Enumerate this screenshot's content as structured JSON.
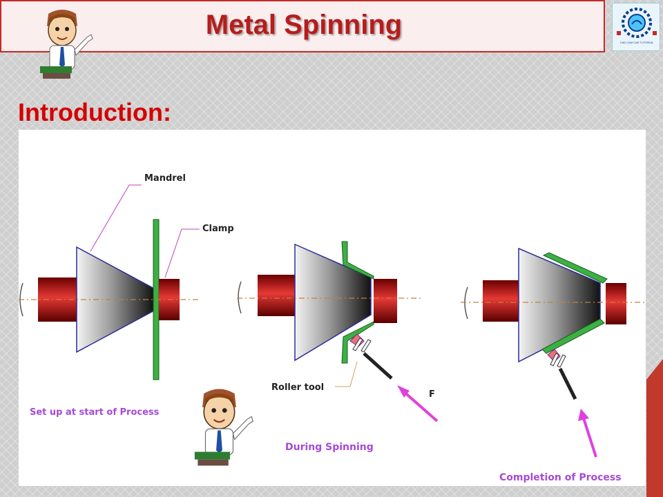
{
  "header": {
    "title": "Metal Spinning",
    "logo_text": "CAD CAM CAE TUTORIAL"
  },
  "heading": "Introduction:",
  "diagram": {
    "labels": {
      "mandrel": "Mandrel",
      "clamp": "Clamp",
      "roller_tool": "Roller tool",
      "force": "F"
    },
    "stages": [
      {
        "caption": "Set up at start of Process"
      },
      {
        "caption": "During Spinning"
      },
      {
        "caption": "Completion of Process"
      }
    ]
  },
  "colors": {
    "title_red": "#b71c1c",
    "heading_red": "#d50000",
    "caption_purple": "#a64ad6",
    "blank_green": "#3cb043",
    "spindle_red": "#b00000"
  },
  "icons": [
    "presenter-mascot-icon",
    "tutorial-logo-icon"
  ]
}
